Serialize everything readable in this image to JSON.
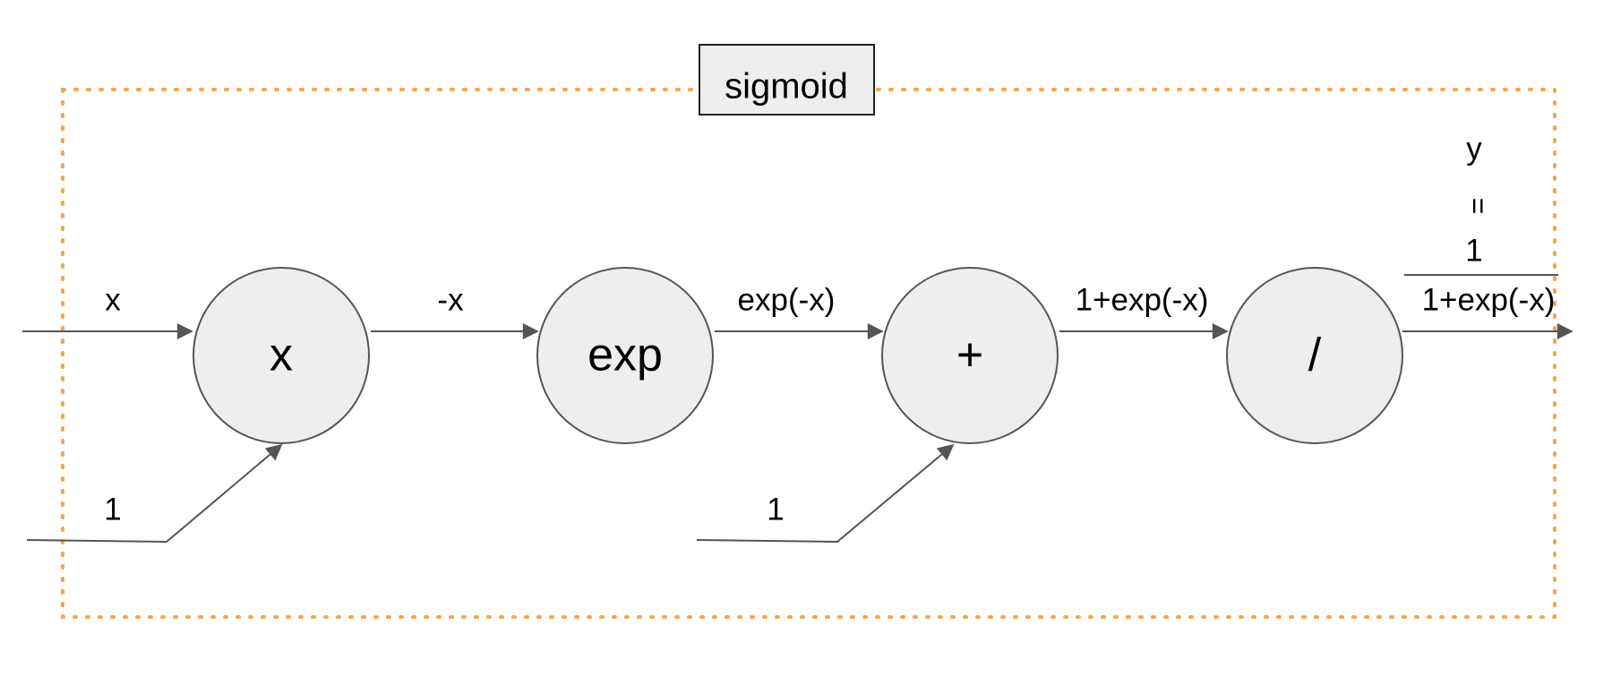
{
  "colors": {
    "frame_border": "#f5a54a",
    "node_fill": "#eeeeee",
    "node_stroke": "#555555",
    "edge_stroke": "#555555",
    "title_box_fill": "#eeeeee"
  },
  "frame": {
    "title": "sigmoid"
  },
  "nodes": {
    "multiply": {
      "label": "x"
    },
    "exp": {
      "label": "exp"
    },
    "add": {
      "label": "+"
    },
    "divide": {
      "label": "/"
    }
  },
  "edges": {
    "input_x": {
      "label": "x"
    },
    "input_const_mul": {
      "label": "1"
    },
    "neg_x": {
      "label": "-x"
    },
    "exp_neg_x": {
      "label": "exp(-x)"
    },
    "input_const_add": {
      "label": "1"
    },
    "one_plus_exp": {
      "label": "1+exp(-x)"
    }
  },
  "output": {
    "symbol": "y",
    "equals": "=",
    "numerator": "1",
    "denominator": "1+exp(-x)"
  }
}
